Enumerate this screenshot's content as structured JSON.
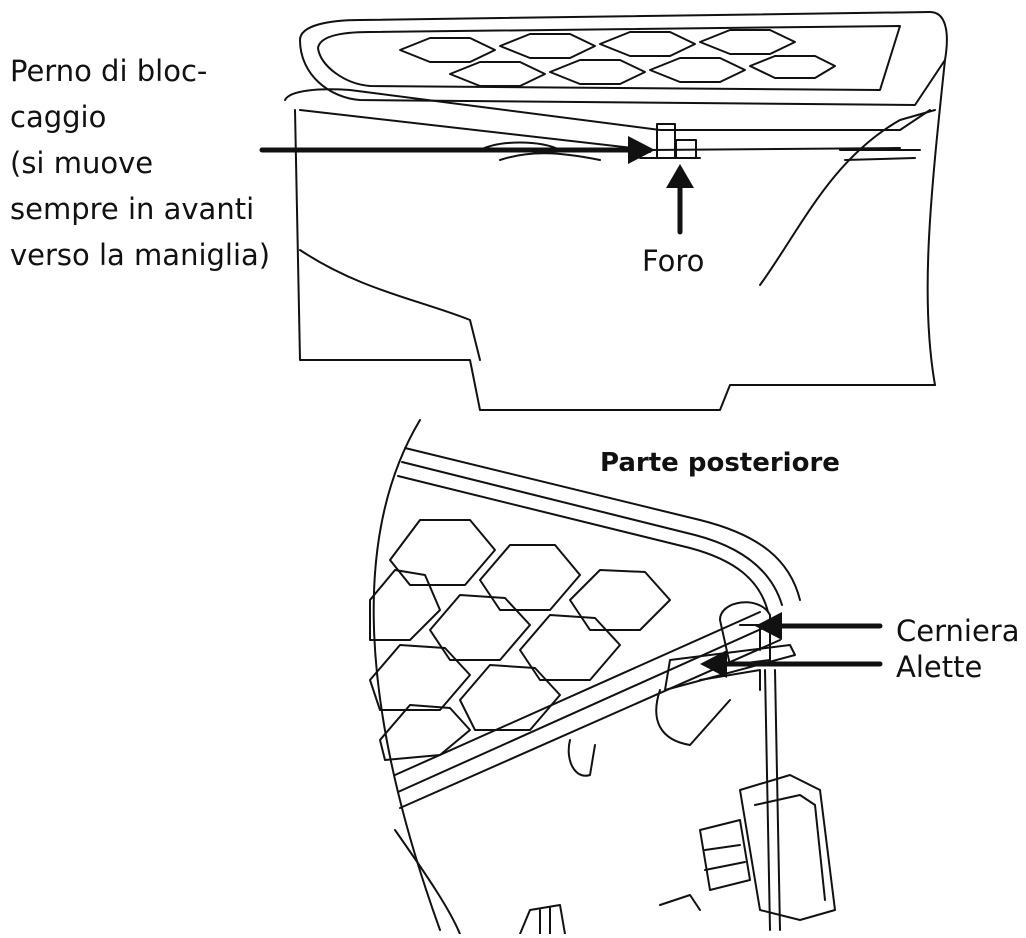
{
  "diagram": {
    "labels": {
      "locking_pin": [
        "Perno di bloc-",
        "caggio",
        "(si muove",
        "sempre in avanti",
        "verso la maniglia)"
      ],
      "hole": "Foro",
      "rear": "Parte posteriore",
      "hinge": "Cerniera",
      "tabs": "Alette"
    },
    "colors": {
      "line": "#111111",
      "background": "#ffffff"
    }
  }
}
